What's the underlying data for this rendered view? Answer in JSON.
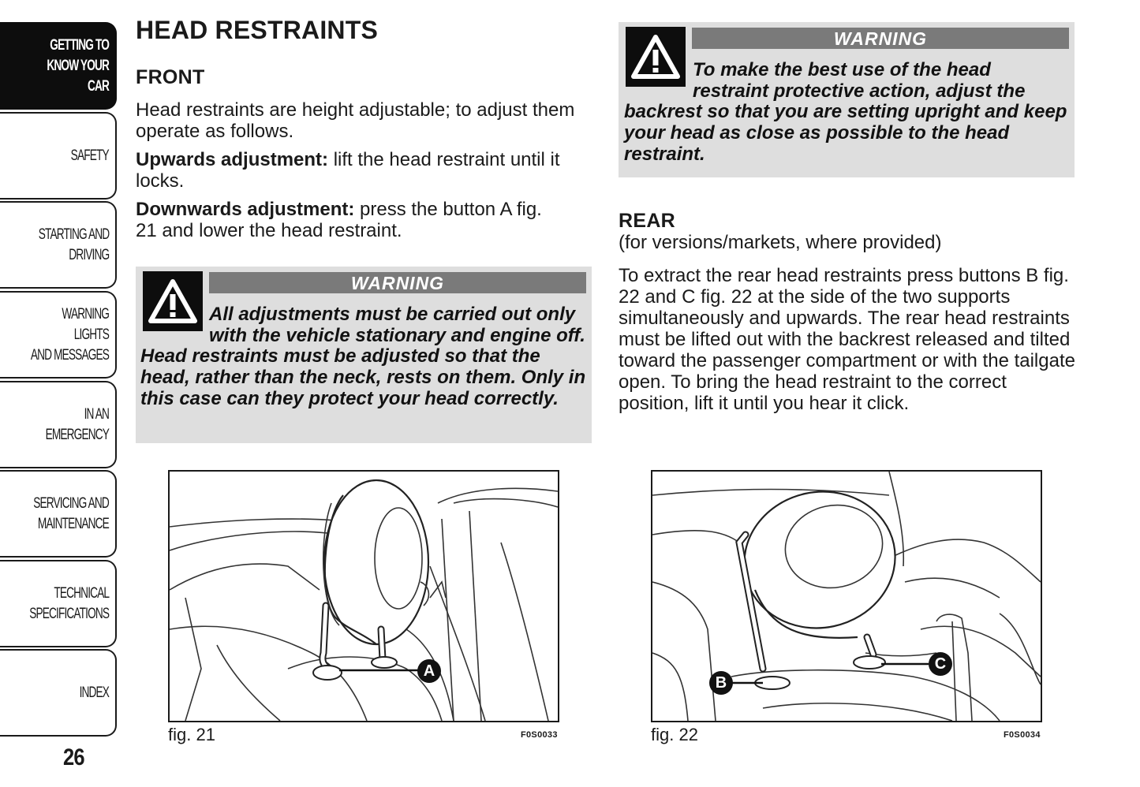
{
  "sidebar": {
    "tabs": [
      {
        "label": "GETTING TO\nKNOW YOUR CAR",
        "active": true
      },
      {
        "label": "SAFETY",
        "active": false
      },
      {
        "label": "STARTING AND\nDRIVING",
        "active": false
      },
      {
        "label": "WARNING LIGHTS\nAND MESSAGES",
        "active": false
      },
      {
        "label": "IN AN EMERGENCY",
        "active": false
      },
      {
        "label": "SERVICING AND\nMAINTENANCE",
        "active": false
      },
      {
        "label": "TECHNICAL\nSPECIFICATIONS",
        "active": false
      },
      {
        "label": "INDEX",
        "active": false
      }
    ],
    "page_number": "26"
  },
  "main": {
    "title": "HEAD RESTRAINTS",
    "front": {
      "heading": "FRONT",
      "intro": "Head restraints are height adjustable; to adjust them operate as follows.",
      "upwards_label": "Upwards adjustment:",
      "upwards_text": " lift the head restraint until it locks.",
      "downwards_label": "Downwards adjustment:",
      "downwards_text": " press the button A fig. 21 and lower the head restraint."
    },
    "warning_front": {
      "title": "WARNING",
      "text": "All adjustments must be carried out only with the vehicle stationary and engine off. Head restraints must be adjusted so that the head, rather than the neck, rests on them. Only in this case can they protect your head correctly."
    },
    "warning_top": {
      "title": "WARNING",
      "text": "To make the best use of the head restraint protective action, adjust the backrest so that you are setting upright and keep your head as close as possible to the head restraint."
    },
    "rear": {
      "heading": "REAR",
      "subheading": "(for versions/markets, where provided)",
      "text": "To extract the rear head restraints press buttons B fig. 22 and C fig. 22 at the side of the two supports simultaneously and upwards. The rear head restraints must be lifted out with the backrest released and tilted toward the passenger compartment or with the tailgate open. To bring the head restraint to the correct position, lift it until you hear it click."
    },
    "figures": [
      {
        "caption": "fig. 21",
        "code": "F0S0033",
        "callouts": [
          "A"
        ]
      },
      {
        "caption": "fig. 22",
        "code": "F0S0034",
        "callouts": [
          "B",
          "C"
        ]
      }
    ]
  }
}
